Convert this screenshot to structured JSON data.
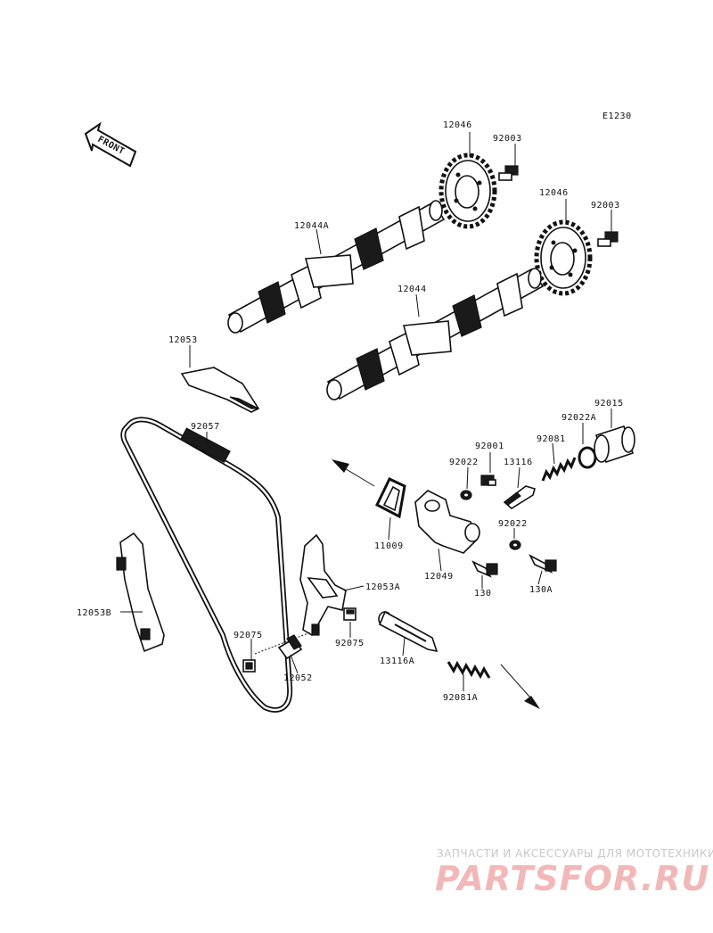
{
  "diagram": {
    "ref_code": "E1230",
    "front_label": "FRONT",
    "labels": {
      "sprocket_upper": "12046",
      "bolt_upper": "92003",
      "sprocket_lower": "12046",
      "bolt_lower": "92003",
      "camshaft_upper": "12044A",
      "camshaft_lower": "12044",
      "chain_guide_top": "12053",
      "cam_chain": "92057",
      "cap_92015": "92015",
      "oring_92022a": "92022A",
      "spring_92081": "92081",
      "bolt_92001": "92001",
      "washer_92022_top": "92022",
      "pin_13116": "13116",
      "gasket_11009": "11009",
      "washer_92022_mid": "92022",
      "tensioner_12049": "12049",
      "bolt_130": "130",
      "bolt_130a": "130A",
      "guide_12053a": "12053A",
      "guide_12053b": "12053B",
      "damper_92075_left": "92075",
      "damper_92075_right": "92075",
      "bushing_12052": "12052",
      "rod_13116a": "13116A",
      "spring_92081a": "92081A"
    }
  },
  "watermark": {
    "tagline": "ЗАПЧАСТИ И АКСЕССУАРЫ ДЛЯ МОТОТЕХНИКИ",
    "logo": "PARTSFOR.RU"
  }
}
